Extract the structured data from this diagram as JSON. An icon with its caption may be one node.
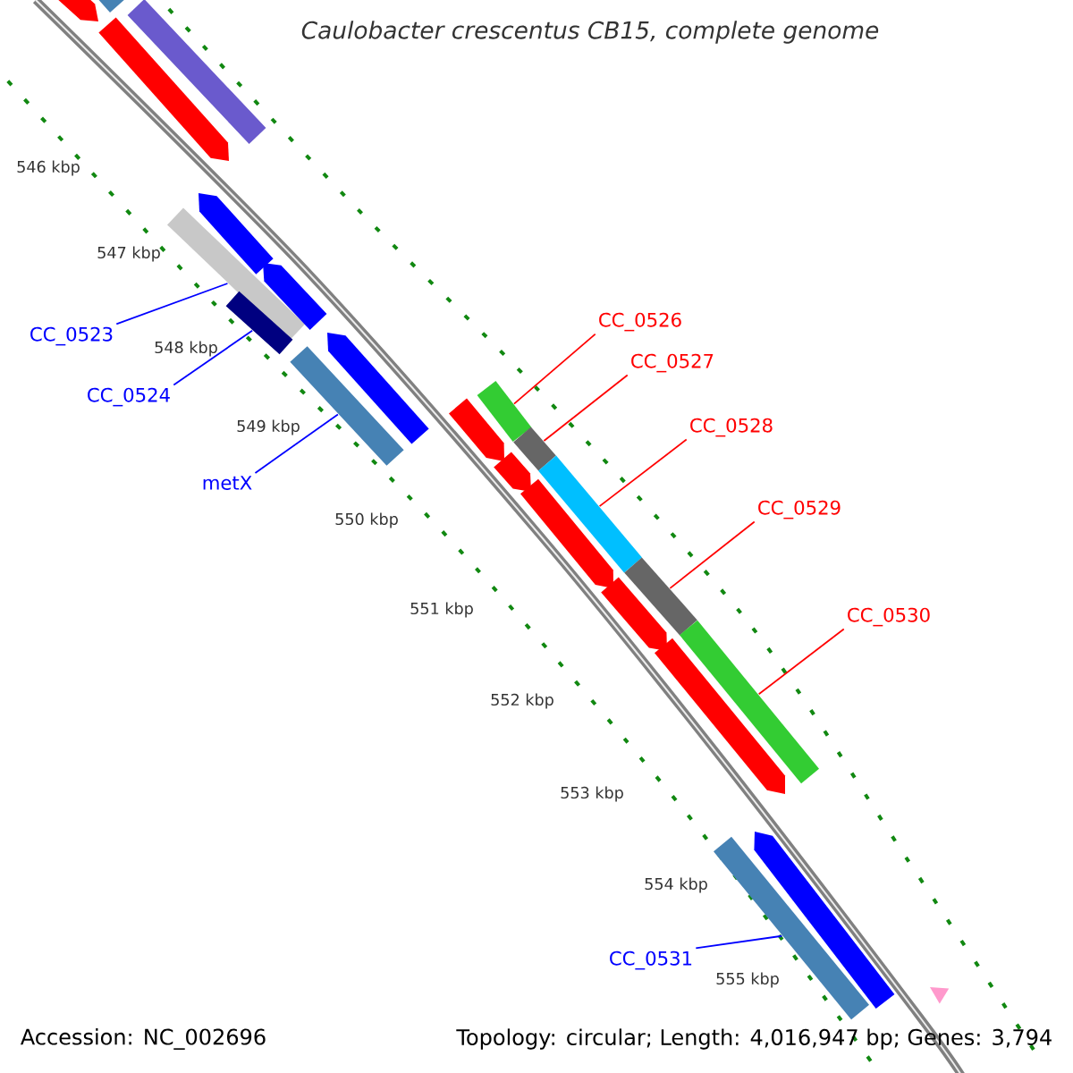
{
  "diagram": {
    "title": "Caulobacter crescentus CB15, complete genome",
    "nodes": [
      {
        "text": [
          "CC_0523"
        ]
      },
      {
        "text": [
          "CC_0524"
        ]
      },
      {
        "text": [
          "metX"
        ]
      },
      {
        "text": [
          "CC_0526"
        ]
      },
      {
        "text": [
          "CC_0527"
        ]
      },
      {
        "text": [
          "CC_0528"
        ]
      },
      {
        "text": [
          "CC_0529"
        ]
      },
      {
        "text": [
          "CC_0530"
        ]
      },
      {
        "text": [
          "CC_0531"
        ]
      },
      {
        "text": [],
        "shape": "bar"
      },
      {
        "text": [],
        "shape": "bar"
      },
      {
        "text": [],
        "shape": "bar"
      },
      {
        "text": [],
        "shape": "bar"
      },
      {
        "text": [],
        "shape": "bar"
      },
      {
        "text": [],
        "shape": "bar"
      },
      {
        "text": [],
        "shape": "bar"
      },
      {
        "text": [],
        "shape": "bar"
      },
      {
        "text": [],
        "shape": "bar"
      },
      {
        "text": [],
        "shape": "bar"
      },
      {
        "text": [],
        "shape": "bar"
      },
      {
        "text": [],
        "shape": "bar"
      },
      {
        "text": [],
        "shape": "bar"
      },
      {
        "text": [],
        "shape": "bar"
      },
      {
        "text": [],
        "shape": "bar"
      },
      {
        "text": [],
        "shape": "bar"
      },
      {
        "text": [],
        "shape": "bar"
      },
      {
        "text": [],
        "shape": "bar"
      },
      {
        "text": [],
        "shape": "bar"
      },
      {
        "text": [],
        "shape": "bar"
      },
      {
        "text": [],
        "shape": "bar"
      },
      {
        "text": [],
        "shape": "bar"
      },
      {
        "text": [],
        "shape": "triangle"
      }
    ],
    "edges": [
      {
        "from": 0,
        "to": 14,
        "arrow": "none",
        "color": "#0000ff"
      },
      {
        "from": 1,
        "to": 16,
        "arrow": "none",
        "color": "#0000ff"
      },
      {
        "from": 2,
        "to": 17,
        "arrow": "none",
        "color": "#0000ff"
      },
      {
        "from": 3,
        "to": 20,
        "arrow": "none"
      },
      {
        "from": 4,
        "to": 22,
        "arrow": "none"
      },
      {
        "from": 5,
        "to": 24,
        "arrow": "none"
      },
      {
        "from": 6,
        "to": 26,
        "arrow": "none"
      },
      {
        "from": 7,
        "to": 28,
        "arrow": "none"
      },
      {
        "from": 8,
        "to": 29,
        "arrow": "none",
        "color": "#0000ff"
      }
    ],
    "labels": [
      "546 kbp",
      "547 kbp",
      "548 kbp",
      "549 kbp",
      "550 kbp",
      "551 kbp",
      "552 kbp",
      "553 kbp",
      "554 kbp",
      "555 kbp",
      "Accession: NC_002696",
      "Topology: circular; Length: 4,016,947 bp; Genes: 3,794"
    ]
  }
}
